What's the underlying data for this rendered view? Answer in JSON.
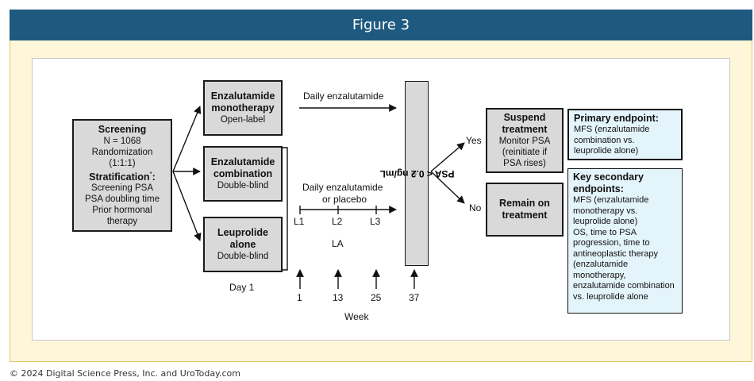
{
  "header": {
    "title": "Figure 3"
  },
  "copyright": "© 2024 Digital Science Press, Inc. and UroToday.com",
  "screening": {
    "title": "Screening",
    "n": "N = 1068",
    "randomization": "Randomization",
    "ratio": "(1:1:1)",
    "strat_title": "Stratification",
    "strat_mark": "*",
    "strat_colon": ":",
    "items": [
      "Screening PSA",
      "PSA doubling time",
      "Prior hormonal",
      "therapy"
    ]
  },
  "arms": [
    {
      "title": [
        "Enzalutamide",
        "monotherapy"
      ],
      "sub": "Open-label"
    },
    {
      "title": [
        "Enzalutamide",
        "combination"
      ],
      "sub": "Double-blind"
    },
    {
      "title": [
        "Leuprolide",
        "alone"
      ],
      "sub": "Double-blind"
    }
  ],
  "labels": {
    "daily_enz": "Daily enzalutamide",
    "daily_enz_placebo": [
      "Daily enzalutamide",
      "or placebo"
    ],
    "day1": "Day 1",
    "la": "LA",
    "week": "Week",
    "yes": "Yes",
    "no": "No"
  },
  "timepoints": [
    {
      "l": "L1",
      "w": "1"
    },
    {
      "l": "L2",
      "w": "13"
    },
    {
      "l": "L3",
      "w": "25"
    },
    {
      "l": "",
      "w": "37"
    }
  ],
  "psa": {
    "text": "PSA < 0.2 ng/mL",
    "mark": "†"
  },
  "suspend": {
    "title": [
      "Suspend",
      "treatment"
    ],
    "lines": [
      "Monitor PSA",
      "(reinitiate if",
      "PSA rises)"
    ]
  },
  "remain": {
    "title": [
      "Remain on",
      "treatment"
    ]
  },
  "primary": {
    "title": "Primary endpoint:",
    "lines": [
      "MFS (enzalutamide",
      "combination vs.",
      "leuprolide alone)"
    ]
  },
  "secondary": {
    "title": [
      "Key secondary",
      "endpoints:"
    ],
    "lines": [
      "MFS (enzalutamide",
      "monotherapy vs.",
      "leuprolide alone)",
      "OS, time to PSA",
      "progression, time to",
      "antineoplastic therapy",
      "(enzalutamide",
      "monotherapy,",
      "enzalutamide combination",
      "vs. leuprolide alone"
    ]
  },
  "colors": {
    "header": "#1e5a80",
    "frame_bg": "#fdf6d9",
    "frame_border": "#e4c96a",
    "box_fill": "#d9d9d9",
    "endpoint_fill": "#e4f4fb"
  }
}
